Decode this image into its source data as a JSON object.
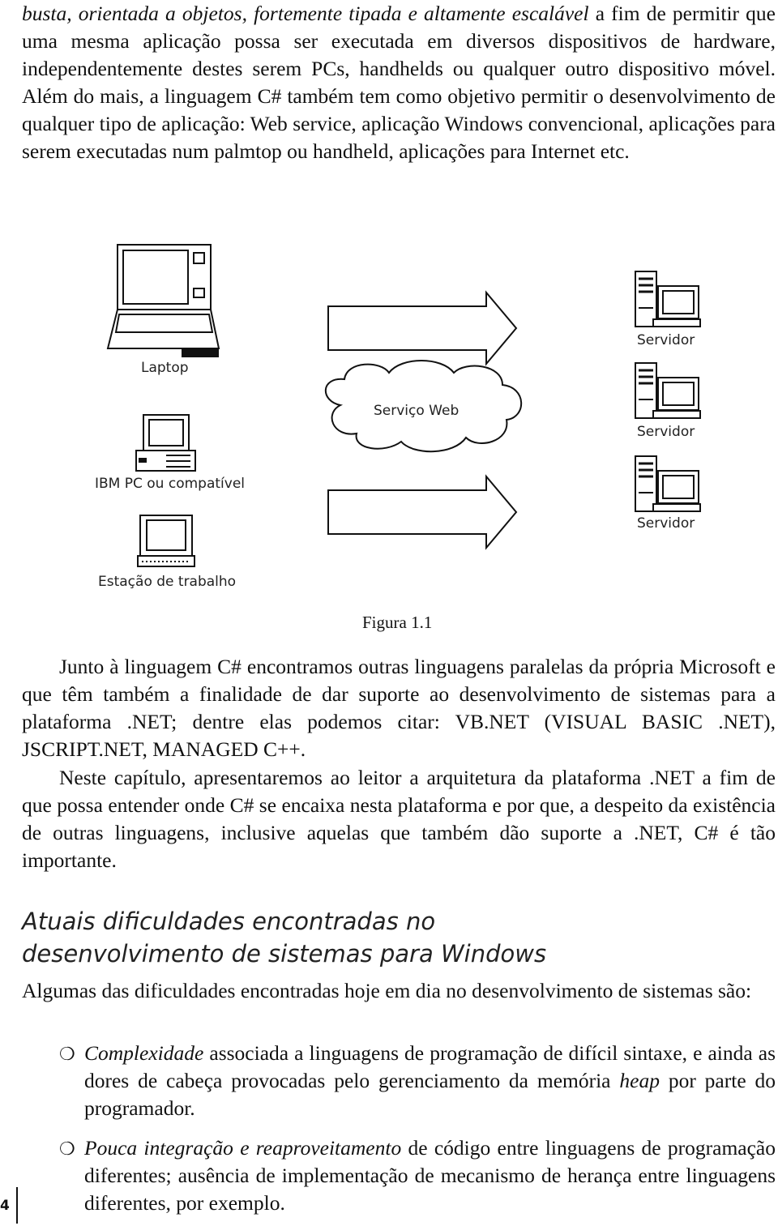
{
  "intro": {
    "italic": "busta, orientada a objetos, fortemente tipada e altamente escalável",
    "rest": " a fim de permitir que uma mesma aplicação possa ser executada em diversos dispositivos de hardware, independentemente destes serem PCs, handhelds ou qualquer outro dispositivo móvel. Além do mais, a linguagem C# também tem como objetivo permitir o desenvolvimento de qualquer tipo de aplicação: Web service, aplicação Windows convencional, aplicações para serem executadas num palmtop ou handheld, aplicações para Internet etc."
  },
  "figure": {
    "laptop_label": "Laptop",
    "pc_label": "IBM PC ou compatível",
    "workstation_label": "Estação de trabalho",
    "cloud_label": "Serviço Web",
    "server_labels": [
      "Servidor",
      "Servidor",
      "Servidor"
    ],
    "caption": "Figura 1.1"
  },
  "paragraphs": [
    "Junto à linguagem C# encontramos outras linguagens paralelas da própria Microsoft e que têm também a finalidade de dar suporte ao desenvolvimento de sistemas para a plataforma .NET; dentre elas podemos citar: VB.NET (VISUAL BASIC .NET), JSCRIPT.NET, MANAGED C++.",
    "Neste capítulo, apresentaremos ao leitor a arquitetura da plataforma .NET a fim de que possa entender onde C# se encaixa nesta plataforma e por que, a despeito da existência de outras linguagens, inclusive aquelas que também dão suporte a .NET, C# é tão importante."
  ],
  "section": {
    "heading_line1": "Atuais dificuldades encontradas no",
    "heading_line2": "desenvolvimento de sistemas para Windows",
    "intro": "Algumas das dificuldades encontradas hoje em dia no desenvolvimento de sistemas são:",
    "bullet_symbol": "❍",
    "items": [
      {
        "term": "Complexidade",
        "text_a": " associada a linguagens de programação de difícil sintaxe, e ainda as dores de cabeça provocadas pelo gerenciamento da memória ",
        "term2": "heap",
        "text_b": " por parte do programador."
      },
      {
        "term": "Pouca integração e reaproveitamento",
        "text_a": " de código entre linguagens de programação diferentes; ausência de implementação de mecanismo de herança entre linguagens diferentes, por exemplo."
      }
    ]
  },
  "page_number": "4"
}
